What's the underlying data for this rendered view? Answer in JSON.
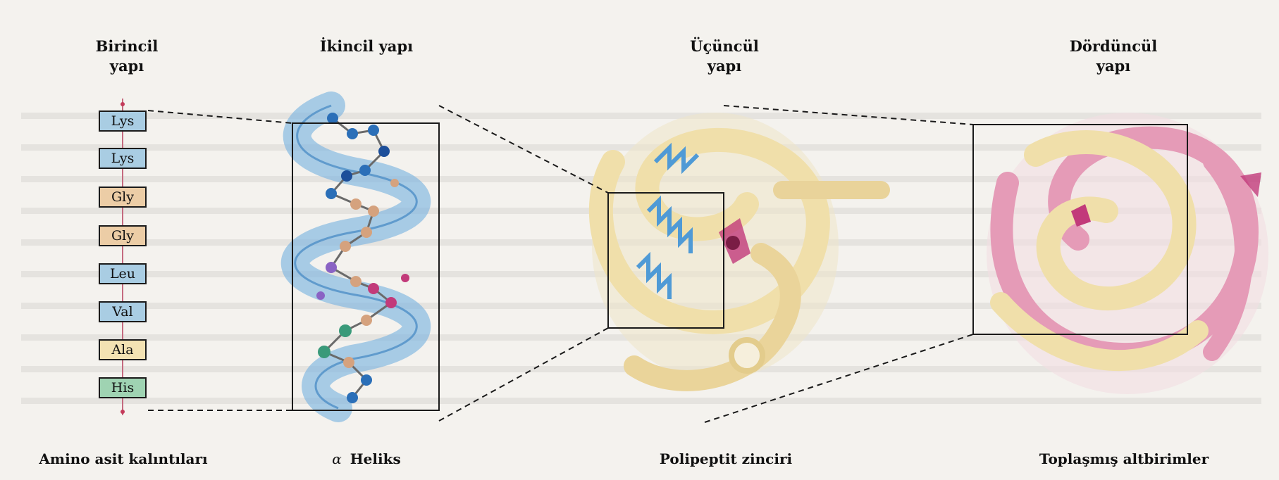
{
  "headings": {
    "primary": "Birincil yapı",
    "secondary": "İkincil yapı",
    "tertiary": "Üçüncül yapı",
    "quaternary": "Dördüncül yapı"
  },
  "captions": {
    "primary": "Amino asit kalıntıları",
    "secondary_symbol": "α",
    "secondary": "Heliks",
    "tertiary": "Polipeptit zinciri",
    "quaternary": "Toplaşmış altbirimler"
  },
  "residues": [
    {
      "label": "Lys",
      "color": "#a9cde3"
    },
    {
      "label": "Lys",
      "color": "#a9cde3"
    },
    {
      "label": "Gly",
      "color": "#eccda6"
    },
    {
      "label": "Gly",
      "color": "#eccda6"
    },
    {
      "label": "Leu",
      "color": "#a9cde3"
    },
    {
      "label": "Val",
      "color": "#a9cde3"
    },
    {
      "label": "Ala",
      "color": "#f3e2b3"
    },
    {
      "label": "His",
      "color": "#9fd3b2"
    }
  ],
  "colors": {
    "helix_blue": "#7eb6e0",
    "chain_cream": "#f0dfaa",
    "chain_pink": "#e59bb7",
    "atom_blue": "#2b6fb8",
    "atom_tan": "#d5a27e",
    "atom_purple": "#8a63c4",
    "atom_magenta": "#c23a7a",
    "atom_green": "#3a9a7a"
  }
}
